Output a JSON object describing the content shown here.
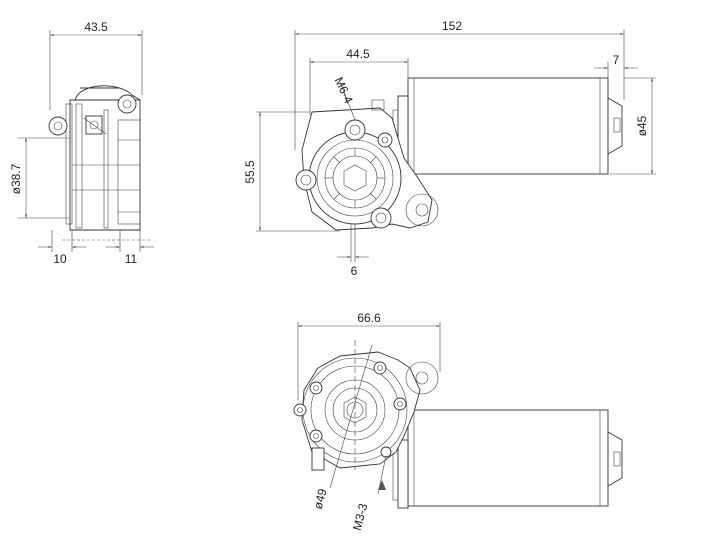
{
  "dimensions": {
    "side_width": "43.5",
    "side_diameter": "ø38.7",
    "side_left_offset": "10",
    "side_right_offset": "11",
    "front_total_length": "152",
    "front_mount_length": "44.5",
    "front_thread": "M6-4",
    "front_end_length": "7",
    "front_height": "55.5",
    "front_motor_diameter": "ø45",
    "front_shaft": "6",
    "back_width": "66.6",
    "back_diameter": "ø49",
    "back_thread": "M3-3"
  }
}
